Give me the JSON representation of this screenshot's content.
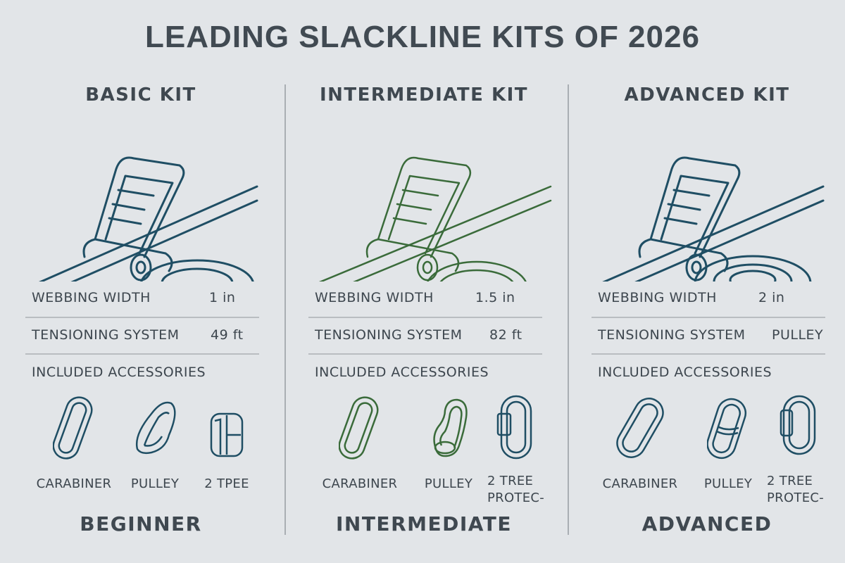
{
  "title": "LEADING SLACKLINE KITS OF 2026",
  "colors": {
    "background": "#e2e5e8",
    "text": "#3d464e",
    "blue_line": "#1f4e64",
    "green_line": "#3a6b3a",
    "divider": "#a9aeb3"
  },
  "kits": [
    {
      "name": "BASIC KIT",
      "illustration": "ratchet-with-webbing-roll-icon",
      "line_color": "#1f4e64",
      "specs": [
        {
          "label": "WEBBING WIDTH",
          "value": "1 in"
        },
        {
          "label": "TENSIONING SYSTEM",
          "value": "49 ft"
        }
      ],
      "accessories_heading": "INCLUDED ACCESSORIES",
      "accessories": [
        {
          "icon": "carabiner-icon",
          "label": "CARABINER"
        },
        {
          "icon": "pulley-icon",
          "label": "PULLEY"
        },
        {
          "icon": "tree-protector-icon",
          "label": "2 TPEE"
        }
      ],
      "level": "BEGINNER"
    },
    {
      "name": "INTERMEDIATE KIT",
      "illustration": "ratchet-with-coiled-webbing-icon",
      "line_color": "#3a6b3a",
      "specs": [
        {
          "label": "WEBBING WIDTH",
          "value": "1.5 in"
        },
        {
          "label": "TENSIONING SYSTEM",
          "value": "82 ft"
        }
      ],
      "accessories_heading": "INCLUDED ACCESSORIES",
      "accessories": [
        {
          "icon": "carabiner-icon",
          "label": "CARABINER"
        },
        {
          "icon": "pulley-icon",
          "label": "PULLEY"
        },
        {
          "icon": "quick-link-icon",
          "label": "2 TREE",
          "label2": "PROTEC-"
        }
      ],
      "level": "INTERMEDIATE"
    },
    {
      "name": "ADVANCED KIT",
      "illustration": "ratchet-with-webbing-roll-icon",
      "line_color": "#1f4e64",
      "specs": [
        {
          "label": "WEBBING WIDTH",
          "value": "2 in"
        },
        {
          "label": "TENSIONING SYSTEM",
          "value": "PULLEY"
        }
      ],
      "accessories_heading": "INCLUDED ACCESSORIES",
      "accessories": [
        {
          "icon": "carabiner-icon",
          "label": "CARABINER"
        },
        {
          "icon": "pulley-icon",
          "label": "PULLEY"
        },
        {
          "icon": "quick-link-icon",
          "label": "2 TREE",
          "label2": "PROTEC-"
        }
      ],
      "level": "ADVANCED"
    }
  ]
}
